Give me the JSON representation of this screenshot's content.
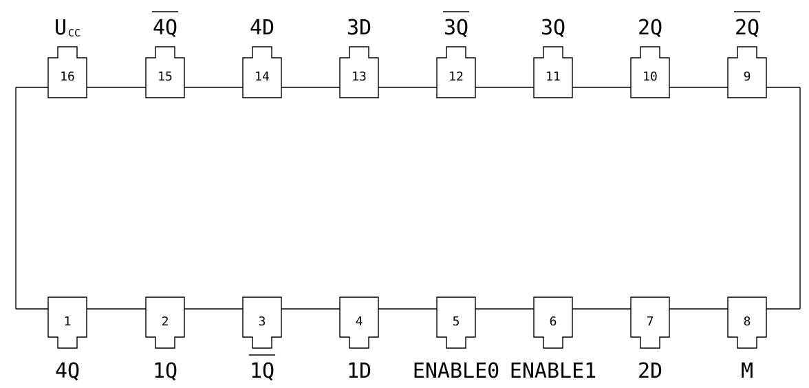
{
  "colors": {
    "line": "#000000",
    "background": "#ffffff"
  },
  "top_pins": [
    {
      "number": "16",
      "label": "U",
      "subscript": "CC",
      "overline": false
    },
    {
      "number": "15",
      "label": "4Q",
      "overline": true
    },
    {
      "number": "14",
      "label": "4D",
      "overline": false
    },
    {
      "number": "13",
      "label": "3D",
      "overline": false
    },
    {
      "number": "12",
      "label": "3Q",
      "overline": true
    },
    {
      "number": "11",
      "label": "3Q",
      "overline": false
    },
    {
      "number": "10",
      "label": "2Q",
      "overline": false
    },
    {
      "number": "9",
      "label": "2Q",
      "overline": true
    }
  ],
  "bottom_pins": [
    {
      "number": "1",
      "label": "4Q",
      "overline": false
    },
    {
      "number": "2",
      "label": "1Q",
      "overline": false
    },
    {
      "number": "3",
      "label": "1Q",
      "overline": true
    },
    {
      "number": "4",
      "label": "1D",
      "overline": false
    },
    {
      "number": "5",
      "label": "ENABLE0",
      "overline": false
    },
    {
      "number": "6",
      "label": "ENABLE1",
      "overline": false
    },
    {
      "number": "7",
      "label": "2D",
      "overline": false
    },
    {
      "number": "8",
      "label": "M",
      "overline": false
    }
  ]
}
